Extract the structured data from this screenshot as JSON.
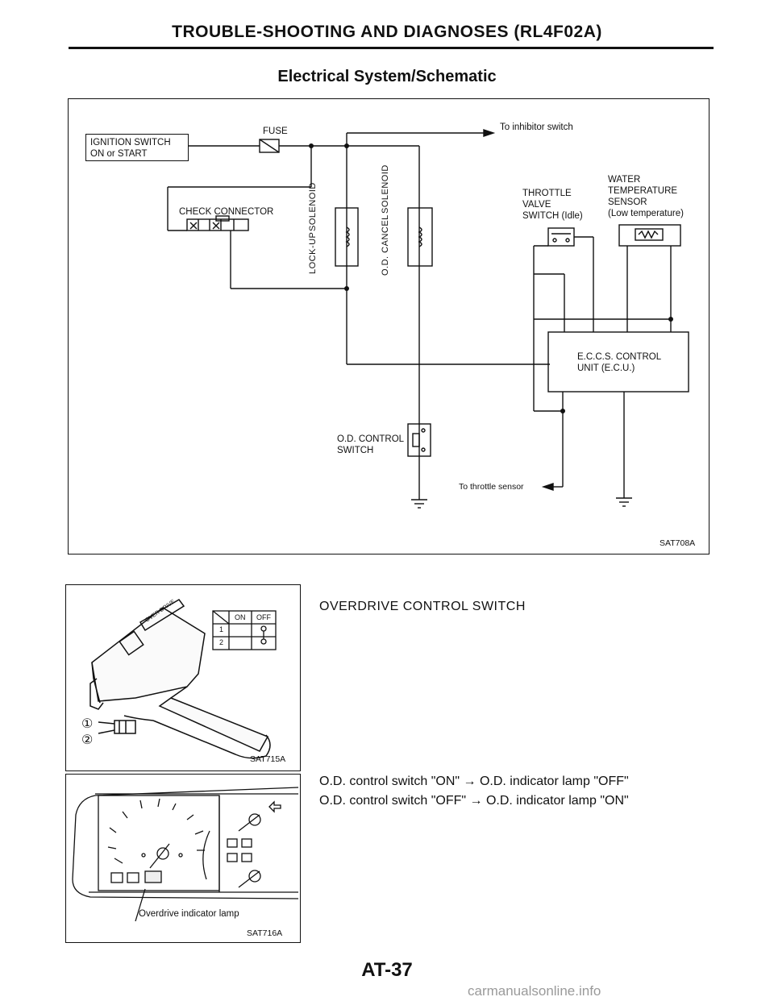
{
  "header": {
    "title": "TROUBLE-SHOOTING AND DIAGNOSES (RL4F02A)",
    "subtitle": "Electrical System/Schematic"
  },
  "schematic": {
    "ignition_switch": "IGNITION SWITCH",
    "ignition_state": "ON or START",
    "fuse": "FUSE",
    "to_inhibitor": "To inhibitor switch",
    "check_connector": "CHECK CONNECTOR",
    "lockup_solenoid_1": "LOCK-UP",
    "lockup_solenoid_2": "SOLENOID",
    "od_cancel_1": "O.D. CANCEL",
    "od_cancel_2": "SOLENOID",
    "throttle_1": "THROTTLE",
    "throttle_2": "VALVE",
    "throttle_3": "SWITCH (Idle)",
    "water_1": "WATER",
    "water_2": "TEMPERATURE",
    "water_3": "SENSOR",
    "water_4": "(Low temperature)",
    "eccs_1": "E.C.C.S. CONTROL",
    "eccs_2": "UNIT (E.C.U.)",
    "od_switch_1": "O.D. CONTROL",
    "od_switch_2": "SWITCH",
    "to_throttle_sensor": "To throttle sensor",
    "code": "SAT708A"
  },
  "switch_figure": {
    "table_on": "ON",
    "table_off": "OFF",
    "row1": "1",
    "row2": "2",
    "callout1": "①",
    "callout2": "②",
    "code": "SAT715A"
  },
  "lamp_figure": {
    "caption": "Overdrive indicator lamp",
    "code": "SAT716A"
  },
  "section": {
    "title": "OVERDRIVE CONTROL SWITCH",
    "line1": "O.D. control switch \"ON\" → O.D. indicator lamp \"OFF\"",
    "line2": "O.D. control switch \"OFF\" → O.D. indicator lamp \"ON\""
  },
  "footer": {
    "page": "AT-37"
  },
  "watermark": "carmanualsonline.info"
}
